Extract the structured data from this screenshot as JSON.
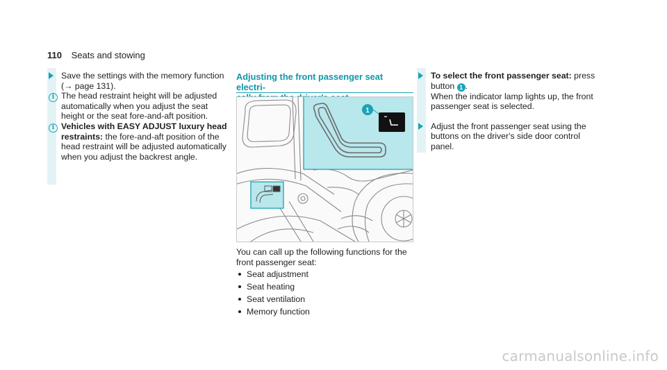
{
  "header": {
    "page_number": "110",
    "section": "Seats and stowing"
  },
  "left_column": {
    "items": [
      {
        "marker": "arrow",
        "lines": [
          "Save the settings with the memory function",
          "(→ page 131)."
        ]
      },
      {
        "marker": "info",
        "lines": [
          "The head restraint height will be adjusted",
          "automatically when you adjust the seat",
          "height or the seat fore-and-aft position."
        ]
      },
      {
        "marker": "info",
        "bold_lead": "Vehicles with EASY ADJUST luxury head",
        "bold_lead2": "restraints:",
        "rest_first": " the fore-and-aft position of the",
        "lines": [
          "head restraint will be adjusted automatically",
          "when you adjust the backrest angle."
        ]
      }
    ]
  },
  "middle_column": {
    "title_lines": [
      "Adjusting the front passenger seat electri-",
      "cally from the driver's seat"
    ],
    "figure": {
      "callout": "1"
    },
    "intro_lines": [
      "You can call up the following functions for the",
      "front passenger seat:"
    ],
    "bullets": [
      "Seat adjustment",
      "Seat heating",
      "Seat ventilation",
      "Memory function"
    ]
  },
  "right_column": {
    "step1": {
      "bold": "To select the front passenger seat:",
      "rest": " press",
      "line2_prefix": "button ",
      "line2_callout": "1",
      "line2_suffix": ".",
      "lines": [
        "When the indicator lamp lights up, the front",
        "passenger seat is selected."
      ]
    },
    "step2": {
      "lines": [
        "Adjust the front passenger seat using the",
        "buttons on the driver's side door control",
        "panel."
      ]
    }
  },
  "watermark": "carmanualsonline.info",
  "colors": {
    "accent": "#1aa3b6",
    "highlight": "#b8e7ec",
    "bar": "#e3f3f5"
  }
}
